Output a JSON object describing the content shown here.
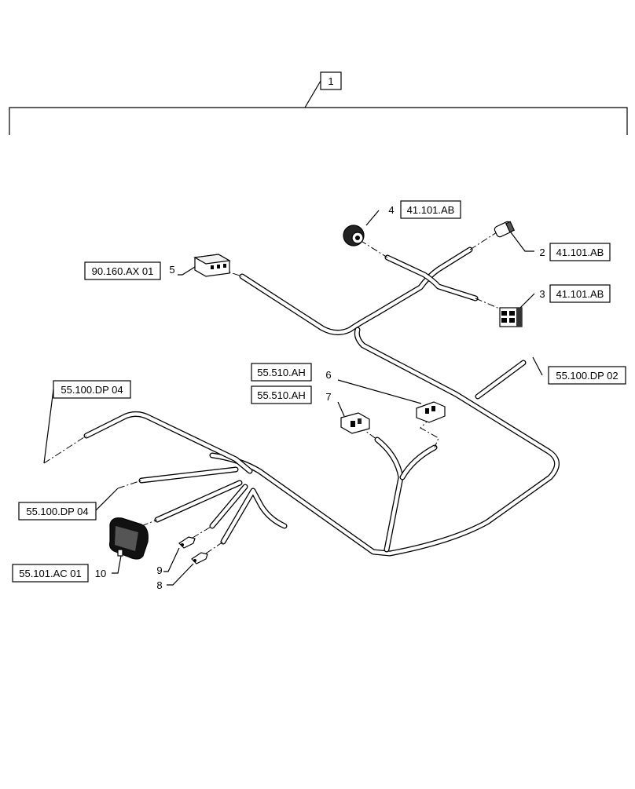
{
  "assembly": {
    "item": "1"
  },
  "items": [
    {
      "item": "2",
      "ref": "41.101.AB"
    },
    {
      "item": "3",
      "ref": "41.101.AB"
    },
    {
      "item": "4",
      "ref": "41.101.AB"
    },
    {
      "item": "5",
      "ref": "90.160.AX 01"
    },
    {
      "item": "6",
      "ref": "55.510.AH"
    },
    {
      "item": "7",
      "ref": "55.510.AH"
    },
    {
      "item": "8"
    },
    {
      "item": "9"
    },
    {
      "item": "10",
      "ref": "55.101.AC 01"
    }
  ],
  "connections": [
    {
      "ref": "55.100.DP 02"
    },
    {
      "ref": "55.100.DP 04"
    },
    {
      "ref": "55.100.DP 04"
    }
  ]
}
